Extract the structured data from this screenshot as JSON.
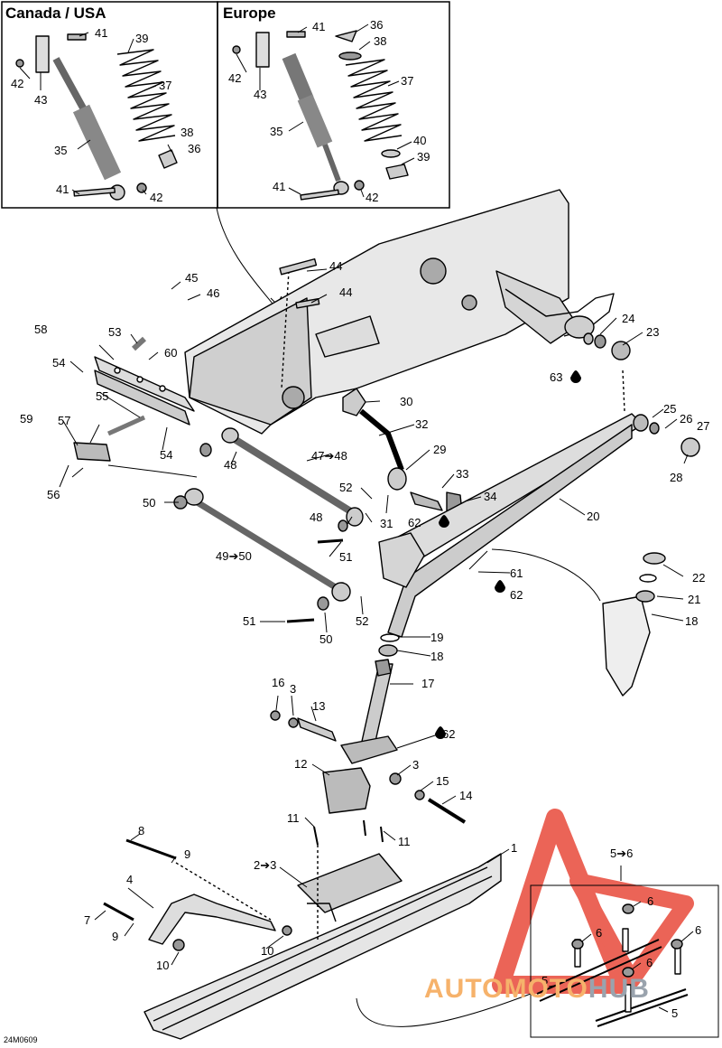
{
  "insets": {
    "canada_usa": {
      "title": "Canada / USA"
    },
    "europe": {
      "title": "Europe"
    }
  },
  "drawing_code": "24M0609",
  "watermark": {
    "part1": "AUTOMOTO",
    "part2": "HUB",
    "color_primary": "#f6b26b",
    "color_secondary": "#9aa3ad",
    "logo_color": "#e8493a"
  },
  "callouts": {
    "c1": "1",
    "c2to3": "2➔3",
    "c3a": "3",
    "c3b": "3",
    "c4": "4",
    "c5a": "5",
    "c5b": "5",
    "c5to6": "5➔6",
    "c6a": "6",
    "c6b": "6",
    "c6c": "6",
    "c6d": "6",
    "c7": "7",
    "c8": "8",
    "c9a": "9",
    "c9b": "9",
    "c10a": "10",
    "c10b": "10",
    "c11a": "11",
    "c11b": "11",
    "c12": "12",
    "c13": "13",
    "c14": "14",
    "c15": "15",
    "c16": "16",
    "c17": "17",
    "c18a": "18",
    "c18b": "18",
    "c19": "19",
    "c20": "20",
    "c21": "21",
    "c22": "22",
    "c23": "23",
    "c24": "24",
    "c25": "25",
    "c26": "26",
    "c27": "27",
    "c28": "28",
    "c29": "29",
    "c30": "30",
    "c31": "31",
    "c32": "32",
    "c33": "33",
    "c34": "34",
    "c35a": "35",
    "c35b": "35",
    "c36a": "36",
    "c36b": "36",
    "c37a": "37",
    "c37b": "37",
    "c38a": "38",
    "c38b": "38",
    "c39a": "39",
    "c39b": "39",
    "c40": "40",
    "c41a": "41",
    "c41b": "41",
    "c41c": "41",
    "c41d": "41",
    "c42a": "42",
    "c42b": "42",
    "c42c": "42",
    "c42d": "42",
    "c43a": "43",
    "c43b": "43",
    "c44a": "44",
    "c44b": "44",
    "c45": "45",
    "c46": "46",
    "c47to48": "47➔48",
    "c48a": "48",
    "c48b": "48",
    "c49to50": "49➔50",
    "c50a": "50",
    "c50b": "50",
    "c51a": "51",
    "c51b": "51",
    "c52a": "52",
    "c52b": "52",
    "c53": "53",
    "c54a": "54",
    "c54b": "54",
    "c55": "55",
    "c56": "56",
    "c57": "57",
    "c58": "58",
    "c59": "59",
    "c60": "60",
    "c61": "61",
    "c62a": "62",
    "c62b": "62",
    "c62c": "62",
    "c63": "63"
  }
}
